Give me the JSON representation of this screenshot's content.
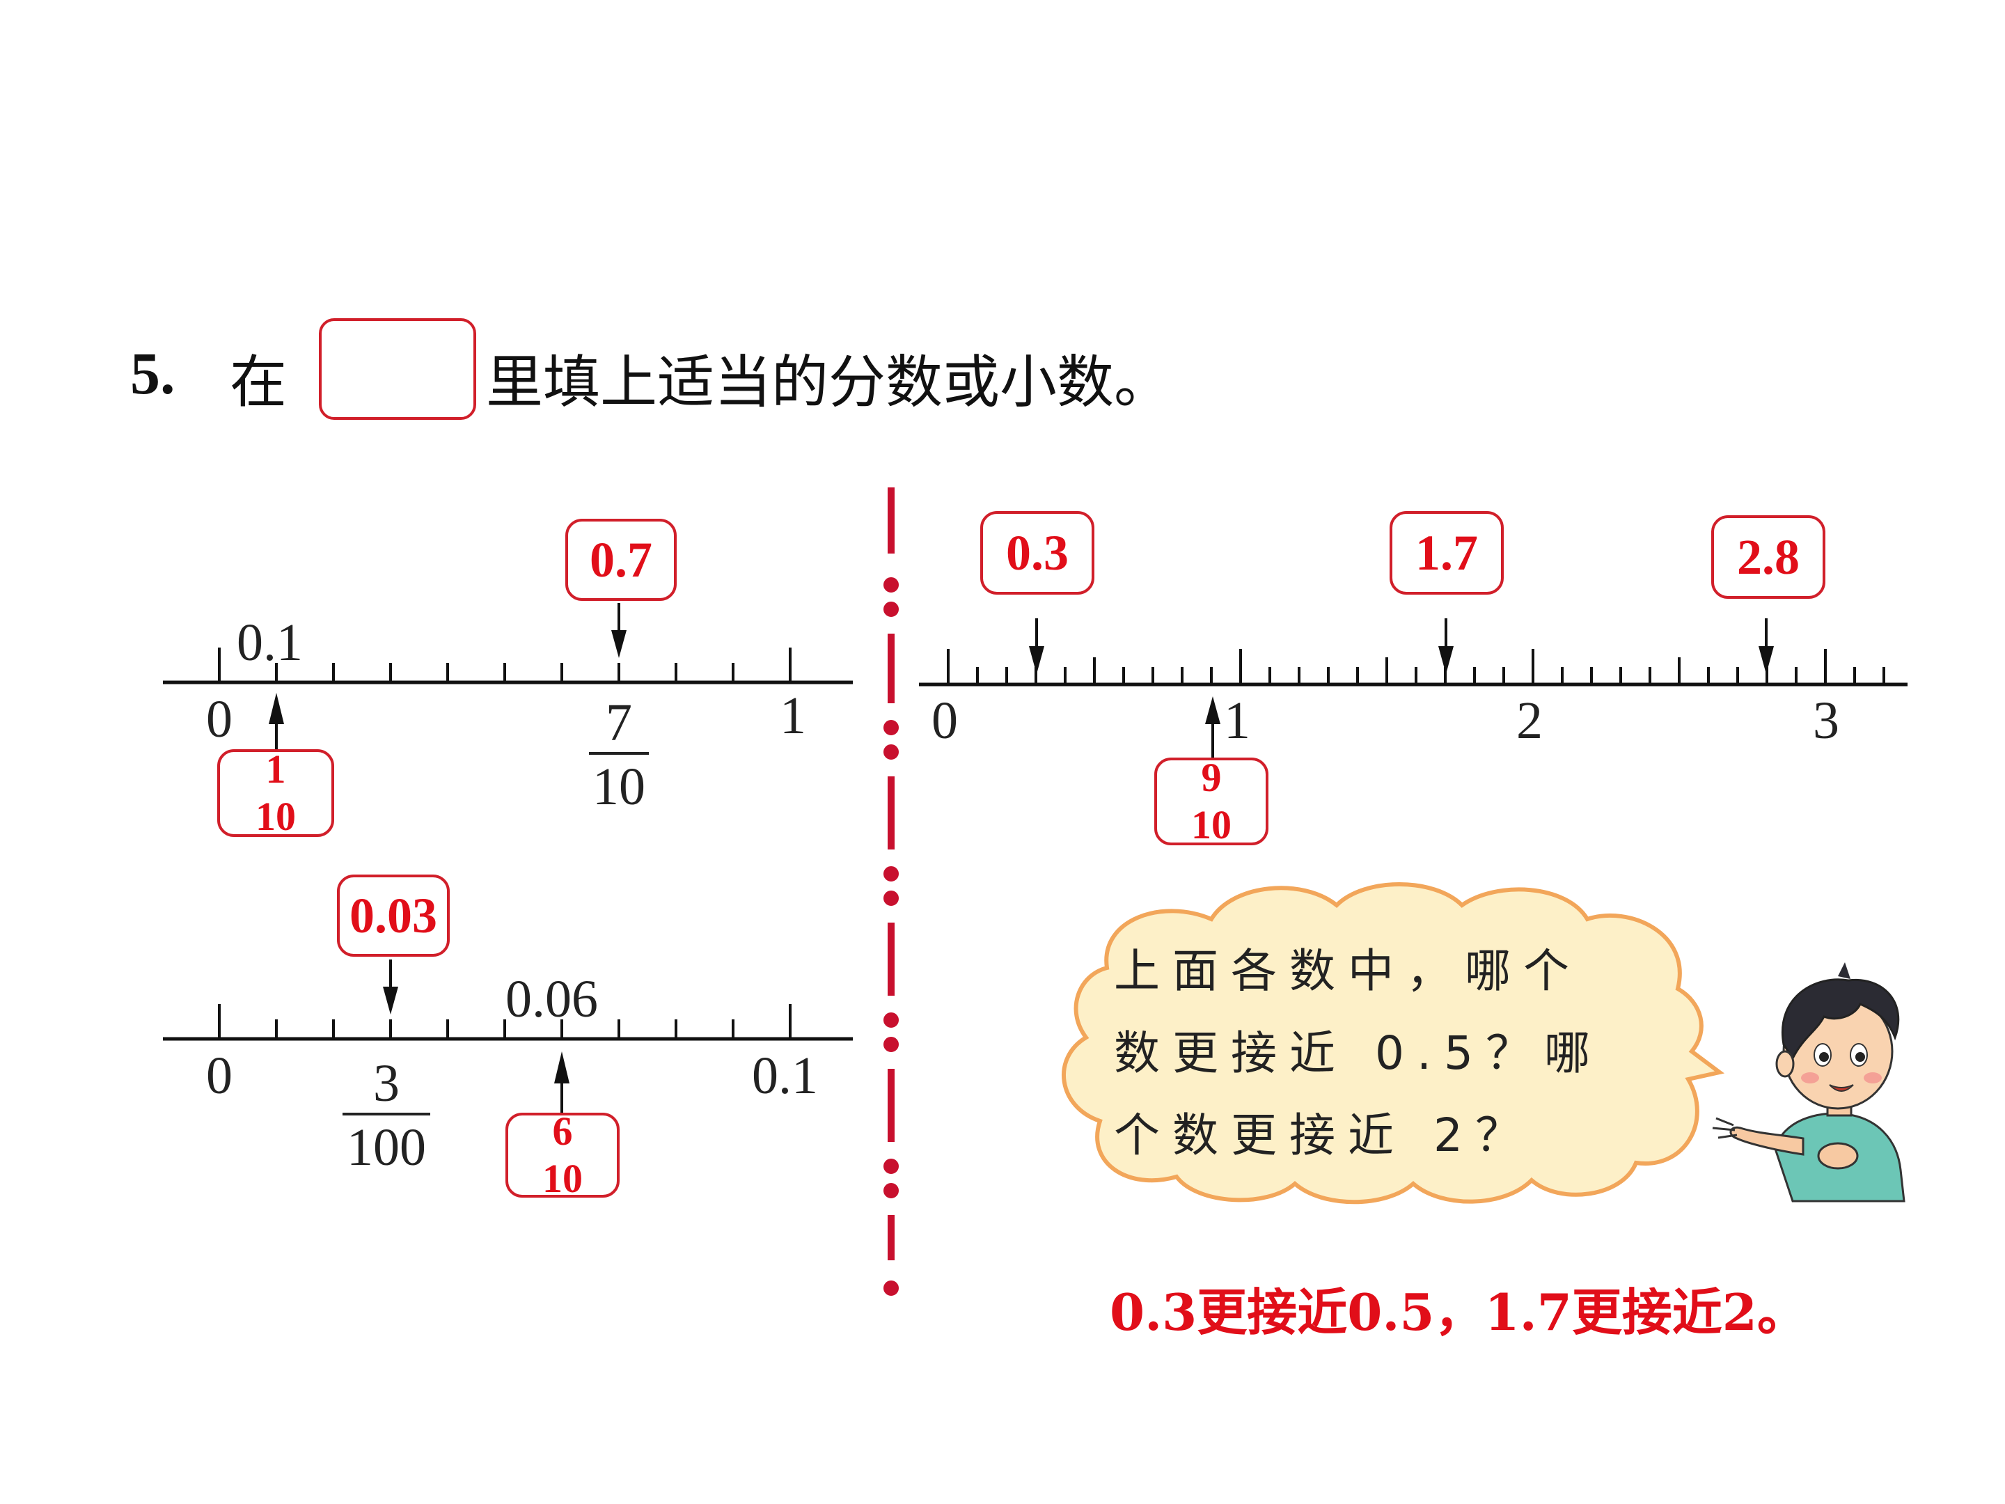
{
  "question": {
    "number": "5.",
    "text_before": "在",
    "text_after": "里填上适当的分数或小数。"
  },
  "number_line_a": {
    "labels_above": [
      "0.1"
    ],
    "labels_below": [
      "0",
      "1"
    ],
    "given_fraction": {
      "numerator": "7",
      "denominator": "10"
    },
    "answer_top": "0.7",
    "answer_bottom": {
      "numerator": "1",
      "denominator": "10"
    }
  },
  "number_line_b": {
    "labels_above": [
      "0.06"
    ],
    "labels_below": [
      "0",
      "0.1"
    ],
    "given_fraction": {
      "numerator": "3",
      "denominator": "100"
    },
    "answer_top": "0.03",
    "answer_bottom": {
      "numerator": "6",
      "denominator": "10"
    }
  },
  "number_line_c": {
    "labels_below": [
      "0",
      "1",
      "2",
      "3"
    ],
    "answers_top": [
      "0.3",
      "1.7",
      "2.8"
    ],
    "answer_bottom": {
      "numerator": "9",
      "denominator": "10"
    }
  },
  "speech_bubble": {
    "lines": [
      "上面各数中，哪个",
      "数更接近 0.5？哪",
      "个数更接近 2？"
    ]
  },
  "answer_text": "0.3更接近0.5，1.7更接近2。",
  "colors": {
    "answer_red": "#e10e19",
    "box_border": "#d11f2a",
    "bubble_fill": "#fdf0c8",
    "bubble_stroke": "#f2a65a",
    "divider": "#c8102e"
  },
  "icons": [
    "boy-character"
  ]
}
